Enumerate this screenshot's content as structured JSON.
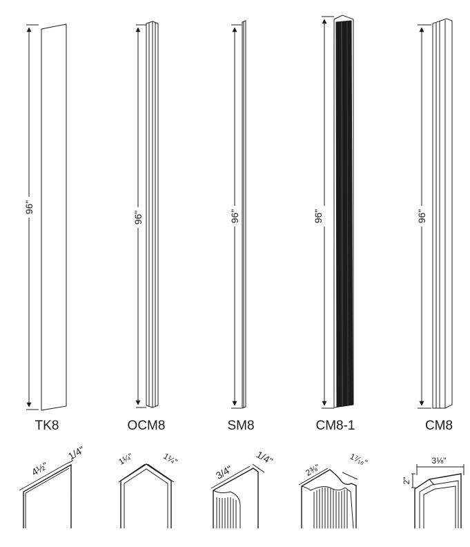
{
  "products": [
    {
      "id": "TK8",
      "name": "TK8",
      "height": "96\"",
      "profile": {
        "a": "4½\"",
        "b": "1/4\""
      }
    },
    {
      "id": "OCM8",
      "name": "OCM8",
      "height": "96\"",
      "profile": {
        "a": "1¼\"",
        "b": "1¼\""
      }
    },
    {
      "id": "SM8",
      "name": "SM8",
      "height": "96\"",
      "profile": {
        "a": "3/4\"",
        "b": "1/4\""
      }
    },
    {
      "id": "CM8-1",
      "name": "CM8-1",
      "height": "96\"",
      "profile": {
        "a": "2⅜\"",
        "b": "1⁷⁄₁₆\""
      }
    },
    {
      "id": "CM8",
      "name": "CM8",
      "height": "96\"",
      "profile": {
        "a": "3⅛\"",
        "b": "2\""
      }
    }
  ],
  "colors": {
    "line": "#1a1a1a",
    "dark_fill": "#1c1c1c",
    "background": "#ffffff"
  }
}
